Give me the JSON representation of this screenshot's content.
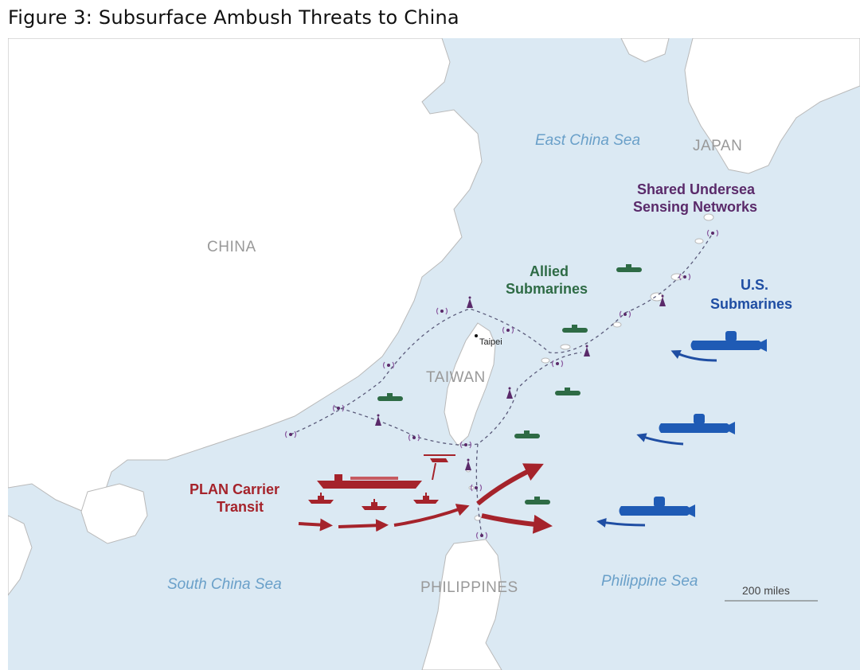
{
  "title": "Figure 3: Subsurface Ambush Threats to China",
  "labels": {
    "china": "CHINA",
    "japan": "JAPAN",
    "taiwan": "TAIWAN",
    "philippines": "PHILIPPINES",
    "east_china_sea": "East China Sea",
    "south_china_sea": "South China Sea",
    "philippine_sea": "Philippine Sea",
    "taipei": "Taipei",
    "sensing_line1": "Shared Undersea",
    "sensing_line2": "Sensing Networks",
    "allied_line1": "Allied",
    "allied_line2": "Submarines",
    "us_line1": "U.S.",
    "us_line2": "Submarines",
    "plan_line1": "PLAN Carrier",
    "plan_line2": "Transit"
  },
  "scale_bar": {
    "label": "200 miles"
  },
  "colors": {
    "sea": "#dbe9f3",
    "land": "#ffffff",
    "coast": "#b9b9b9",
    "allied": "#2e6b45",
    "us": "#1f4ea3",
    "sensing": "#5a2a6a",
    "plan": "#a5232b"
  }
}
